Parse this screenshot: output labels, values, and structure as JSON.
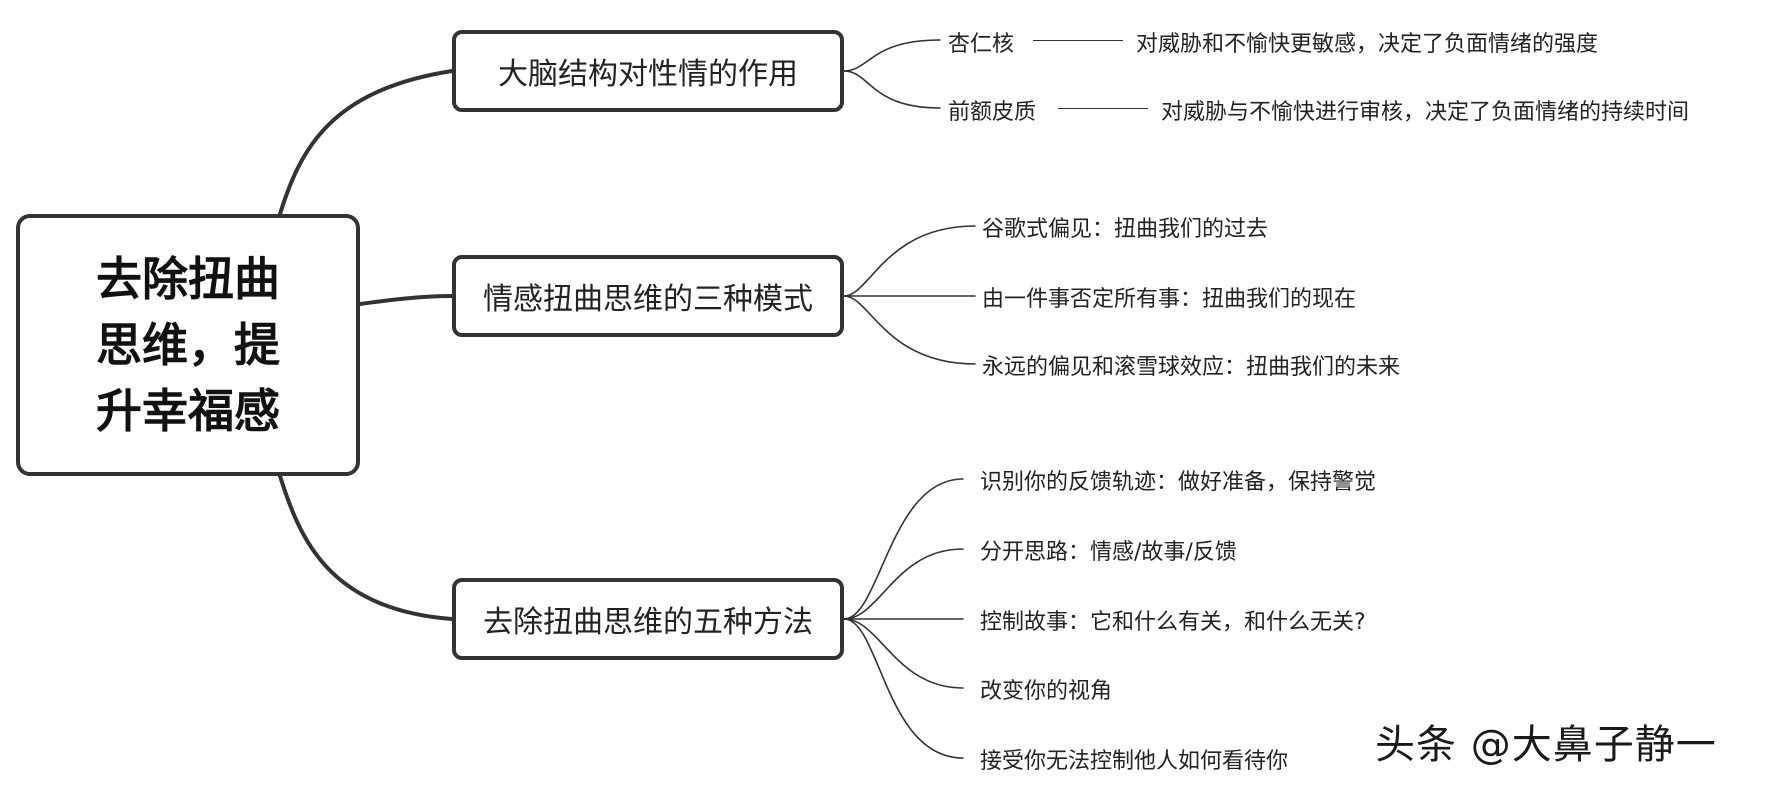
{
  "root": {
    "title": "去除扭曲思维，提升幸福感"
  },
  "branches": [
    {
      "label": "大脑结构对性情的作用",
      "leaves": [
        {
          "term": "杏仁核",
          "desc": "对威胁和不愉快更敏感，决定了负面情绪的强度"
        },
        {
          "term": "前额皮质",
          "desc": "对威胁与不愉快进行审核，决定了负面情绪的持续时间"
        }
      ]
    },
    {
      "label": "情感扭曲思维的三种模式",
      "leaves": [
        {
          "text": "谷歌式偏见：扭曲我们的过去"
        },
        {
          "text": "由一件事否定所有事：扭曲我们的现在"
        },
        {
          "text": "永远的偏见和滚雪球效应：扭曲我们的未来"
        }
      ]
    },
    {
      "label": "去除扭曲思维的五种方法",
      "leaves": [
        {
          "text": "识别你的反馈轨迹：做好准备，保持警觉"
        },
        {
          "text": "分开思路：情感/故事/反馈"
        },
        {
          "text": "控制故事：它和什么有关，和什么无关?"
        },
        {
          "text": "改变你的视角"
        },
        {
          "text": "接受你无法控制他人如何看待你"
        }
      ]
    }
  ],
  "watermark": "头条 @大鼻子静一"
}
